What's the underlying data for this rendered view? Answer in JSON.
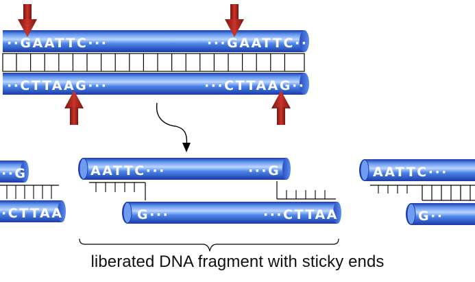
{
  "top": {
    "upper_left_seq": "··GAATTC···",
    "upper_right_seq": "···GAATTC··",
    "lower_left_seq": "··CTTAAG···",
    "lower_right_seq": "···CTTAAG··"
  },
  "left_fragment": {
    "upper_seq": "··G",
    "lower_seq": "·CTTAA"
  },
  "middle_fragment": {
    "upper_left_seq": "AATTC···",
    "upper_right_seq": "···G",
    "lower_left_seq": "G···",
    "lower_right_seq": "···CTTAA"
  },
  "right_fragment": {
    "upper_seq": "AATTC···",
    "lower_seq": "G··"
  },
  "caption": "liberated DNA fragment with sticky ends",
  "colors": {
    "strand_light": "#a9c8ff",
    "strand_mid": "#3f78e0",
    "strand_dark": "#1c3aa8",
    "arrow": "#b3261e",
    "arrow_dark": "#6e120e"
  }
}
